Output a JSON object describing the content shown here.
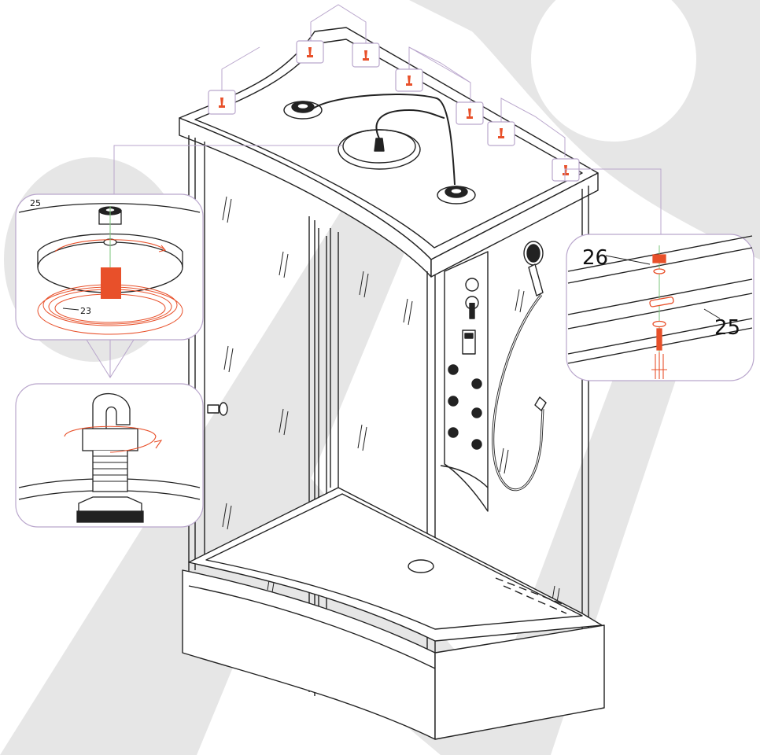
{
  "callouts": {
    "left_top_ref_ceiling": "25",
    "left_top_ref_gasket": "23",
    "right_ref_nut": "26",
    "right_ref_rail": "25"
  },
  "colors": {
    "accent_red": "#e8502a",
    "leader_purple": "#b9a6cc",
    "watermark_gray": "#e6e6e6",
    "line_dark": "#222222",
    "guide_green": "#7bc47b"
  },
  "icons": {
    "ceiling_screws": "screw-red-icon",
    "rotate_arrow": "rotate-arrow-icon",
    "screwdriver": "screwdriver-icon"
  }
}
